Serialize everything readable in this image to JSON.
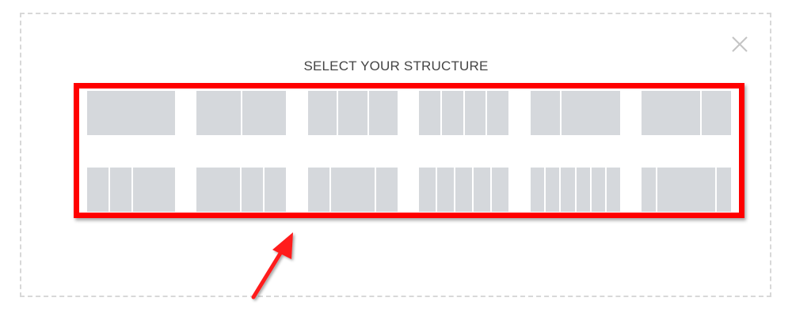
{
  "modal": {
    "title": "SELECT YOUR STRUCTURE",
    "close_icon": "close-x-icon"
  },
  "structures": {
    "row1": [
      {
        "name": "1 column",
        "columns": [
          1
        ]
      },
      {
        "name": "2 columns",
        "columns": [
          1,
          1
        ]
      },
      {
        "name": "3 columns",
        "columns": [
          1,
          1,
          1
        ]
      },
      {
        "name": "4 columns",
        "columns": [
          1,
          1,
          1,
          1
        ]
      },
      {
        "name": "1/3 + 2/3",
        "columns": [
          1,
          2
        ]
      },
      {
        "name": "2/3 + 1/3",
        "columns": [
          2,
          1
        ]
      }
    ],
    "row2": [
      {
        "name": "1/4 + 1/4 + 1/2",
        "columns": [
          1,
          1,
          2
        ]
      },
      {
        "name": "1/2 + 1/4 + 1/4",
        "columns": [
          2,
          1,
          1
        ]
      },
      {
        "name": "1/4 + 1/2 + 1/4",
        "columns": [
          1,
          2,
          1
        ]
      },
      {
        "name": "5 columns",
        "columns": [
          1,
          1,
          1,
          1,
          1
        ]
      },
      {
        "name": "6 columns",
        "columns": [
          1,
          1,
          1,
          1,
          1,
          1
        ]
      },
      {
        "name": "1/6 + 2/3 + 1/6",
        "columns": [
          1,
          4,
          1
        ]
      }
    ]
  },
  "colors": {
    "tile": "#d5d8dc",
    "highlight": "#ff0000",
    "arrow": "#ff1a1a",
    "dashed_border": "#d8d8d8"
  }
}
